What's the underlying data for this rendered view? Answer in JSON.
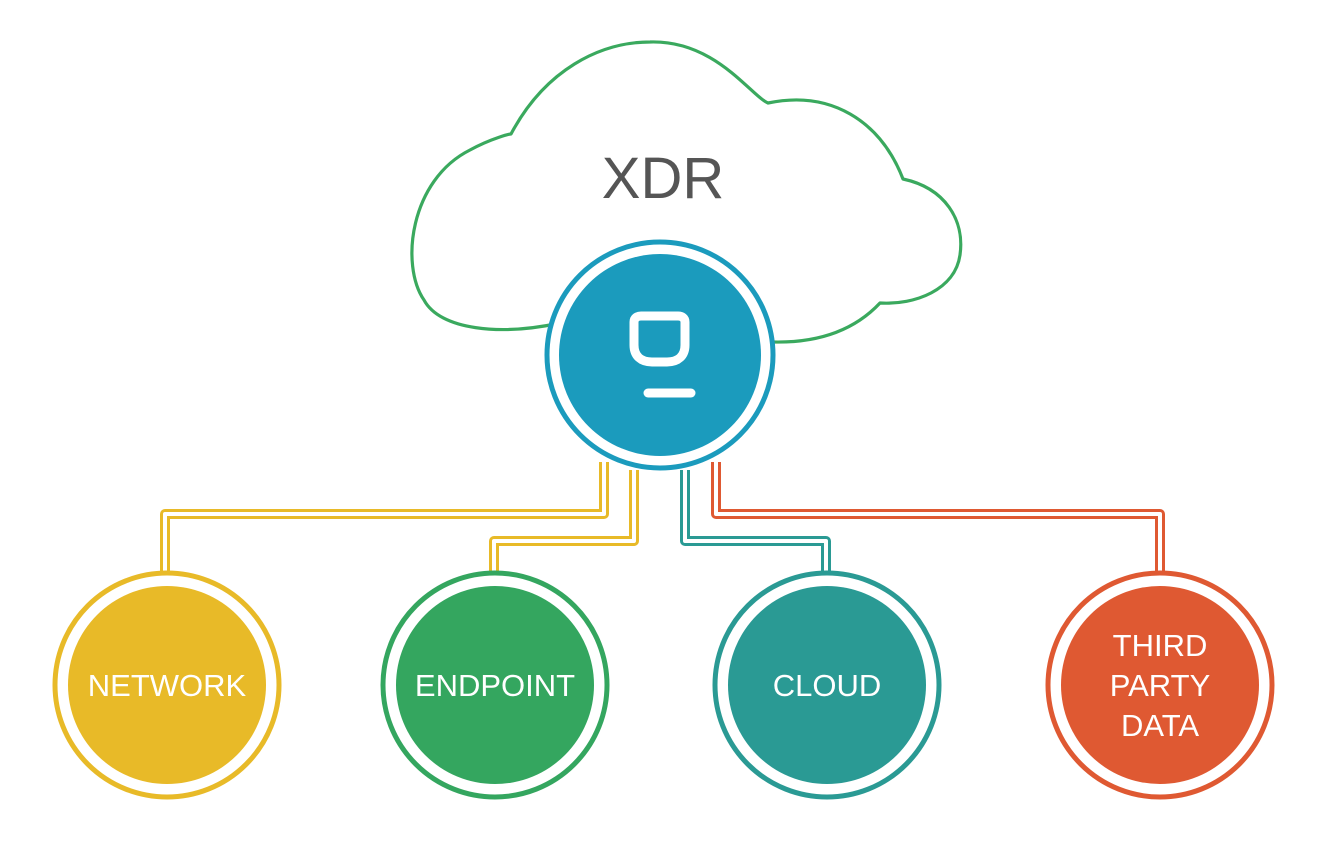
{
  "cloud": {
    "title": "XDR",
    "outline_color": "#3aa95e"
  },
  "hub": {
    "icon": "q-logo-icon",
    "color": "#1b9bbd"
  },
  "nodes": [
    {
      "label_lines": [
        "NETWORK"
      ],
      "color": "#e8ba28"
    },
    {
      "label_lines": [
        "ENDPOINT"
      ],
      "color": "#34a65f"
    },
    {
      "label_lines": [
        "CLOUD"
      ],
      "color": "#2a9a94"
    },
    {
      "label_lines": [
        "THIRD",
        "PARTY",
        "DATA"
      ],
      "color": "#df5932"
    }
  ]
}
